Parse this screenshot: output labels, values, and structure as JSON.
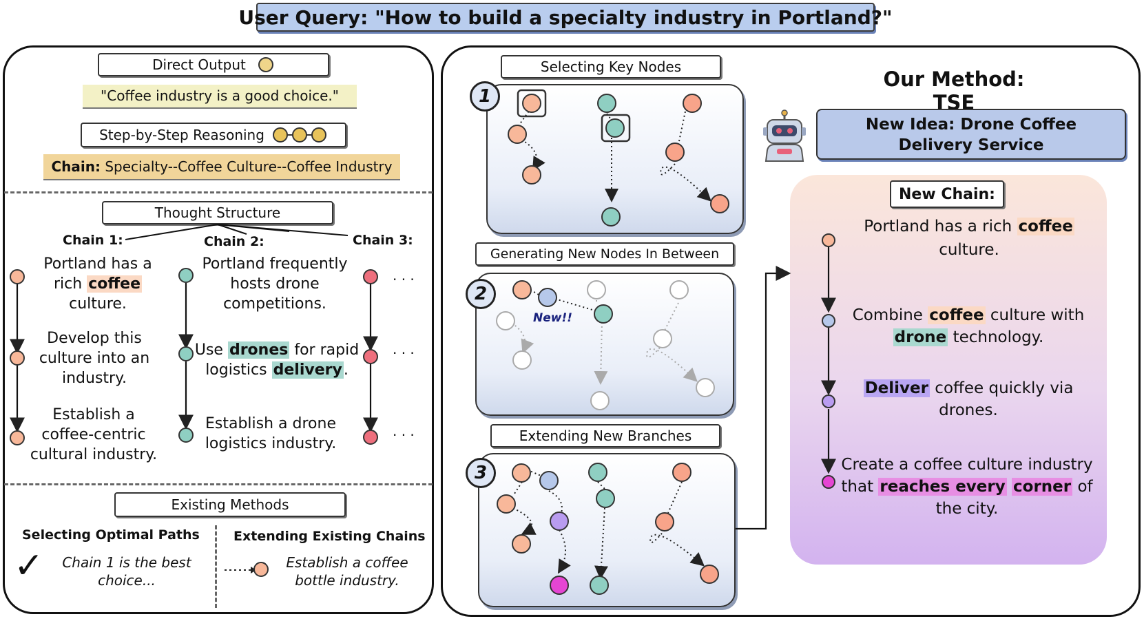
{
  "query": "User Query: \"How to build a specialty industry in Portland?\"",
  "left": {
    "direct_output_title": "Direct Output",
    "direct_output_text": "\"Coffee industry is a good choice.\"",
    "step_title": "Step-by-Step Reasoning",
    "chain_label": "Chain:",
    "chain_text": "Specialty--Coffee Culture--Coffee Industry",
    "thought_title": "Thought Structure",
    "chain1_label": "Chain 1:",
    "chain2_label": "Chain 2:",
    "chain3_label": "Chain 3:",
    "c1_n1_a": "Portland has a",
    "c1_n1_b": "rich",
    "c1_n1_hl": "coffee",
    "c1_n1_c": "culture.",
    "c1_n2": "Develop this culture into an industry.",
    "c1_n3": "Establish a coffee-centric cultural industry.",
    "c2_n1": "Portland frequently hosts drone competitions.",
    "c2_n2_a": "Use",
    "c2_n2_hl1": "drones",
    "c2_n2_b": "for rapid logistics",
    "c2_n2_hl2": "delivery",
    "c2_n2_c": ".",
    "c2_n3": "Establish a drone logistics industry.",
    "ellipsis": "· · ·",
    "existing_title": "Existing Methods",
    "optimal_title": "Selecting Optimal Paths",
    "optimal_text": "Chain 1 is the best choice...",
    "check": "✓",
    "extending_title": "Extending Existing Chains",
    "extending_text": "Establish a coffee bottle industry."
  },
  "middle": {
    "step1_title": "Selecting Key Nodes",
    "step2_title": "Generating New Nodes In Between",
    "step3_title": "Extending New Branches",
    "num1": "1",
    "num2": "2",
    "num3": "3",
    "new_label": "New!!"
  },
  "right": {
    "method_title": "Our Method: TSE",
    "idea": "New Idea: Drone Coffee Delivery Service",
    "new_chain_title": "New Chain:",
    "n1_a": "Portland has a rich",
    "n1_hl": "coffee",
    "n1_b": "culture.",
    "n2_a": "Combine",
    "n2_hl1": "coffee",
    "n2_b": "culture with",
    "n2_hl2": "drone",
    "n2_c": "technology.",
    "n3_hl": "Deliver",
    "n3_a": "coffee quickly via drones.",
    "n4_a": "Create a coffee culture industry that",
    "n4_hl1": "reaches every",
    "n4_hl2": "corner",
    "n4_b": "of the city."
  },
  "colors": {
    "query_bg": "#b9cdee",
    "orange_node": "#f8b89a",
    "teal_node": "#8fcfc2",
    "red_node": "#ee6f7d",
    "blue_node": "#b6c8ea",
    "purple_node": "#b99cf0",
    "magenta_node": "#e545d3",
    "yellow_node": "#e8c35a"
  }
}
